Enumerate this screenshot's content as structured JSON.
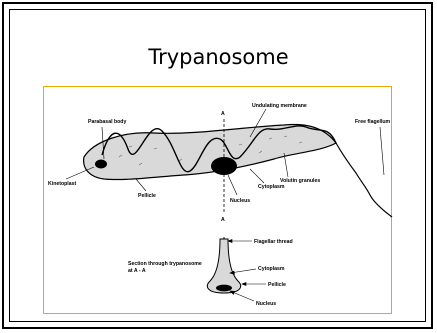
{
  "title": "Trypanosome",
  "colors": {
    "diagram_border": "#e8a900",
    "body_fill": "#d9d9d9",
    "nucleus": "#000000"
  },
  "labels": {
    "parabasal_body": "Parabasal body",
    "undulating_membrane": "Undulating membrane",
    "free_flagellum": "Free flagellum",
    "kinetoplast": "Kinetoplast",
    "pellicle": "Pellicle",
    "nucleus": "Nucleus",
    "cytoplasm": "Cytoplasm",
    "volutin_granules": "Volutin granules",
    "section_a": "A",
    "section_a_bottom": "A",
    "section_title_line1": "Section through trypanosome",
    "section_title_line2": "at A - A",
    "flagellar_thread": "Flagellar thread",
    "section_cytoplasm": "Cytoplasm",
    "section_pellicle": "Pellicle",
    "section_nucleus": "Nucleus"
  }
}
